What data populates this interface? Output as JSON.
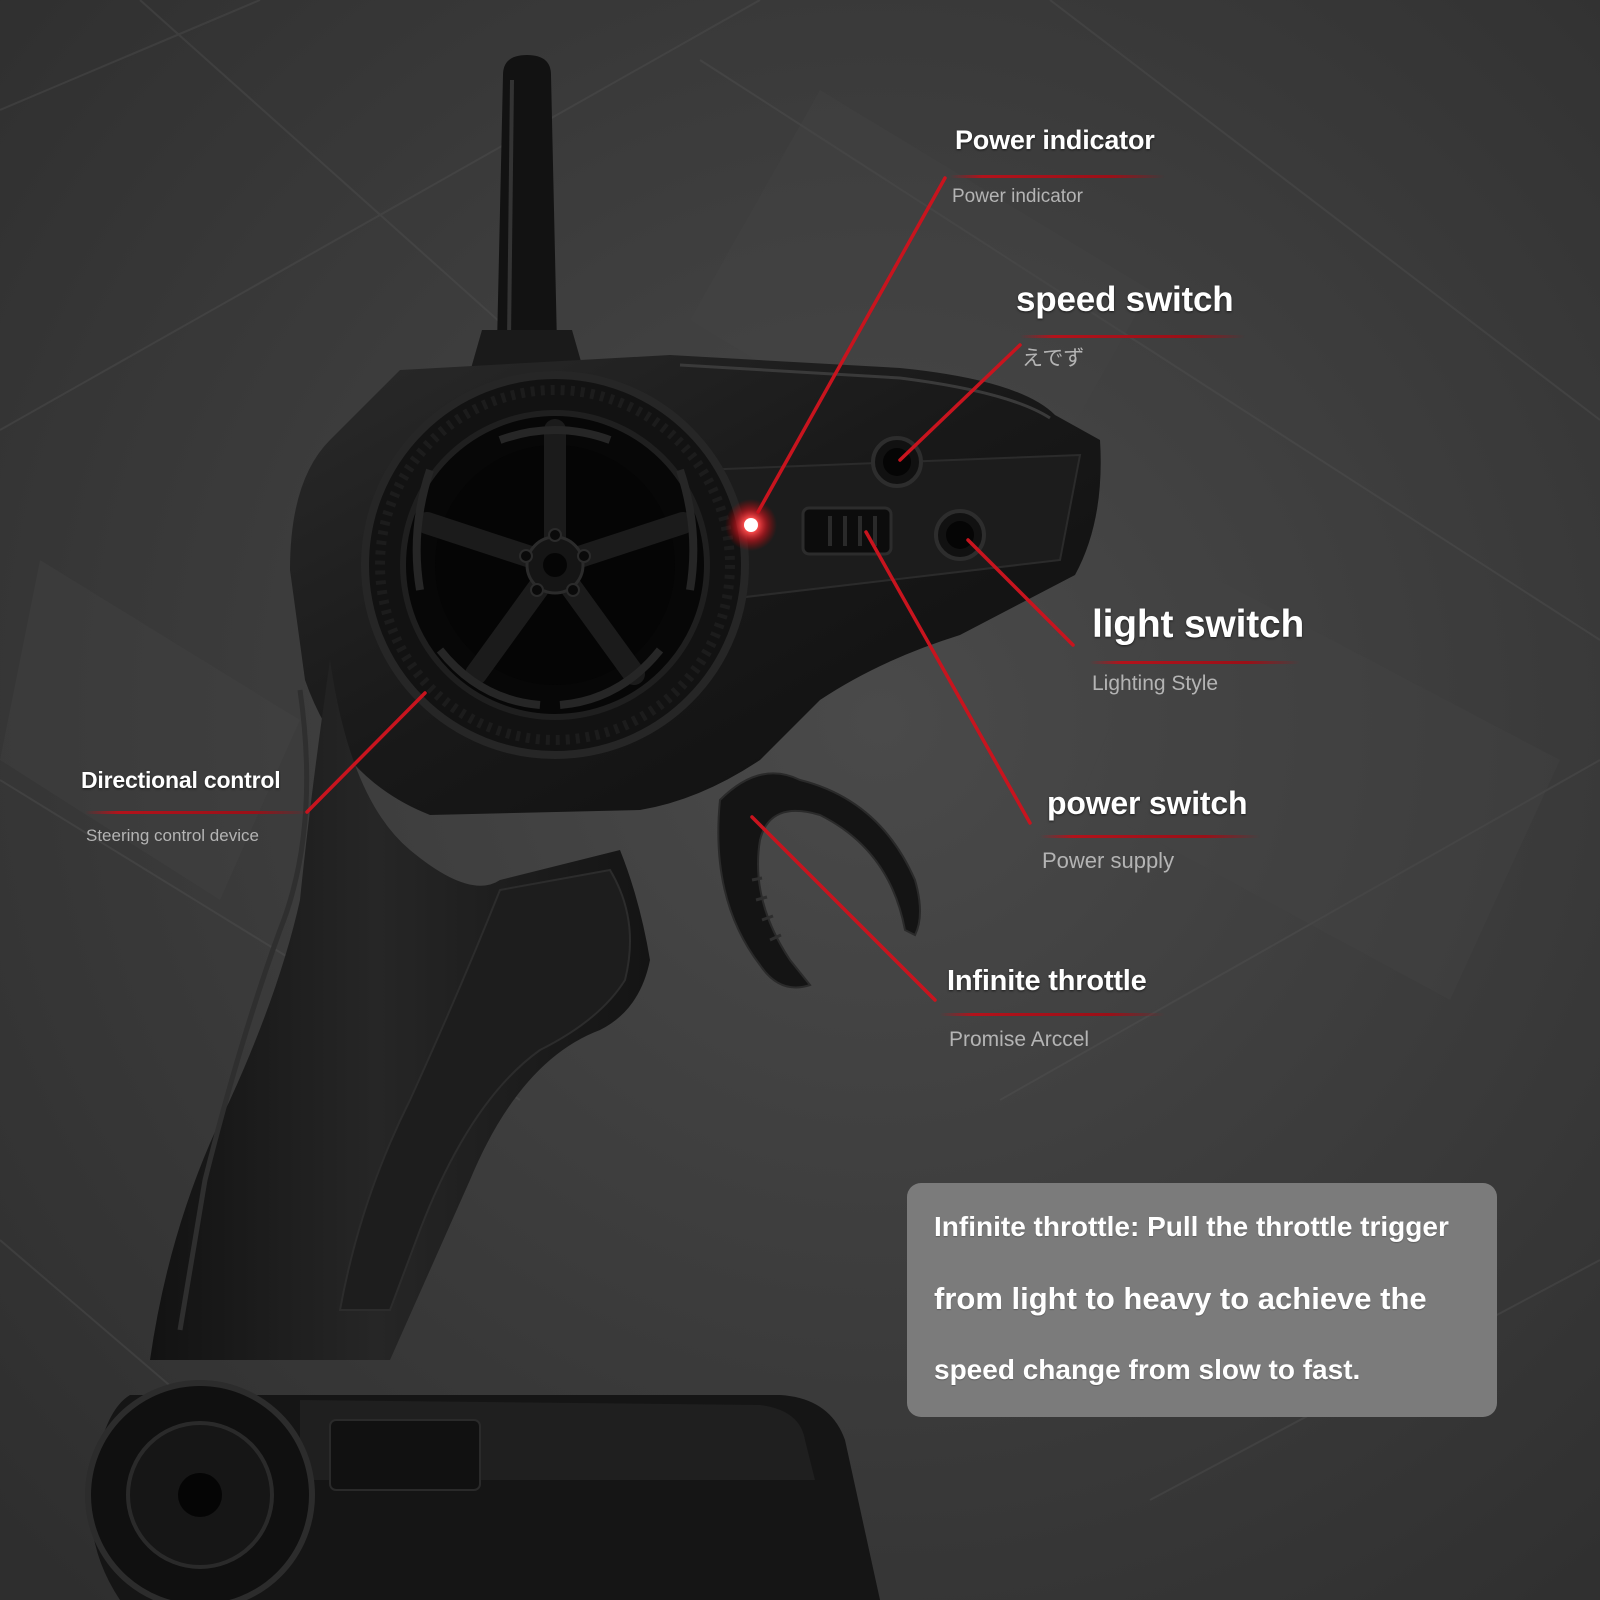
{
  "callouts": {
    "power_indicator": {
      "title": "Power indicator",
      "subtitle": "Power indicator"
    },
    "speed_switch": {
      "title": "speed switch",
      "subtitle": "えでず"
    },
    "light_switch": {
      "title": "light switch",
      "subtitle": "Lighting Style"
    },
    "power_switch": {
      "title": "power switch",
      "subtitle": "Power supply"
    },
    "infinite_throttle": {
      "title": "Infinite throttle",
      "subtitle": "Promise Arccel"
    },
    "directional_control": {
      "title": "Directional control",
      "subtitle": "Steering control device"
    }
  },
  "info_panel": {
    "lines": [
      "Infinite throttle: Pull the throttle trigger",
      "from light to heavy to achieve the",
      "speed change from slow to fast."
    ]
  },
  "colors": {
    "background": "#3a3a3a",
    "accent_red": "#c8141e",
    "led": "#ff2a2a",
    "body": "#161616",
    "panel": "#7b7b7b"
  }
}
